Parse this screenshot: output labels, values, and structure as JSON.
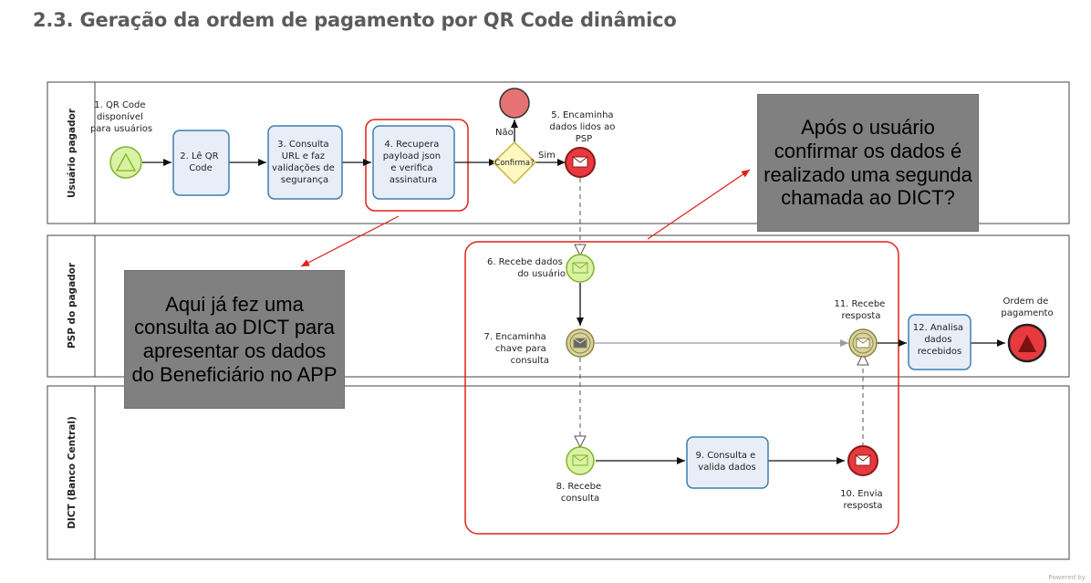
{
  "heading": "2.3.  Geração da ordem de pagamento por QR Code dinâmico",
  "lanes": [
    {
      "label": "Usuário pagador"
    },
    {
      "label": "PSP do pagador"
    },
    {
      "label": "DICT (Banco Central)"
    }
  ],
  "nodes": {
    "n1": [
      "1. QR Code",
      "disponível",
      "para usuários"
    ],
    "n2": [
      "2. Lê QR",
      "Code"
    ],
    "n3": [
      "3. Consulta",
      "URL e faz",
      "validações de",
      "segurança"
    ],
    "n4": [
      "4. Recupera",
      "payload json",
      "e verifica",
      "assinatura"
    ],
    "gateway": "Confirma?",
    "gateway_no": "Não",
    "gateway_yes": "Sim",
    "n5": [
      "5. Encaminha",
      "dados lidos ao",
      "PSP"
    ],
    "n6": [
      "6. Recebe dados",
      "do usuário"
    ],
    "n7": [
      "7. Encaminha",
      "chave para",
      "consulta"
    ],
    "n8": [
      "8. Recebe",
      "consulta"
    ],
    "n9": [
      "9. Consulta e",
      "valida dados"
    ],
    "n10": [
      "10. Envia",
      "resposta"
    ],
    "n11": [
      "11. Recebe",
      "resposta"
    ],
    "n12": [
      "12. Analisa",
      "dados",
      "recebidos"
    ],
    "end_label": [
      "Ordem de",
      "pagamento"
    ]
  },
  "notes": {
    "left": "Aqui já fez uma consulta ao DICT para apresentar os dados do Beneficiário no APP",
    "right": "Após o usuário confirmar os dados é realizado uma segunda chamada ao DICT?"
  },
  "powered": "Powered by",
  "colors": {
    "task_fill": "#e8eef8",
    "task_stroke": "#3d7fb1",
    "start_fill": "#d9f2a3",
    "start_stroke": "#7fb32c",
    "end_fill": "#e8393e",
    "highlight": "#e0201a",
    "note_bg": "#808080"
  }
}
